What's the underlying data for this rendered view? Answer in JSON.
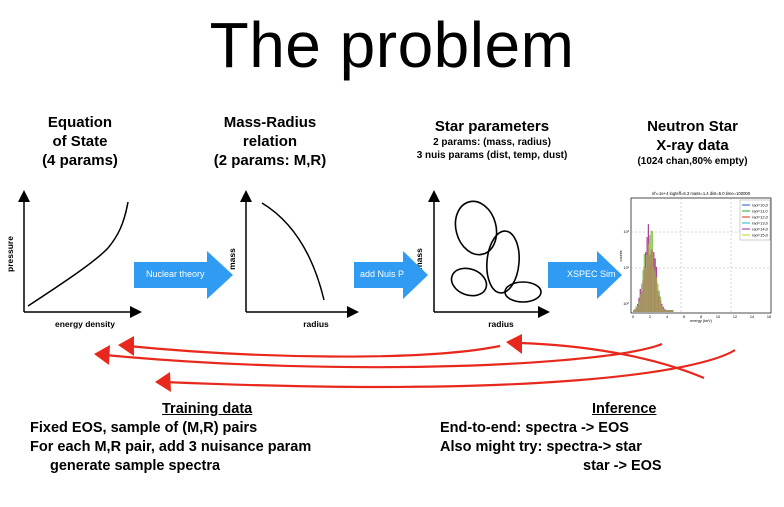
{
  "title": "The problem",
  "stages": [
    {
      "header": [
        "Equation",
        "of State",
        "(4 params)"
      ],
      "xlabel": "energy density",
      "ylabel": "pressure"
    },
    {
      "header": [
        "Mass-Radius",
        "relation",
        "(2 params: M,R)"
      ],
      "xlabel": "radius",
      "ylabel": "mass"
    },
    {
      "header": [
        "Star parameters"
      ],
      "sub": [
        "2 params: (mass, radius)",
        "3 nuis params (dist, temp, dust)"
      ],
      "xlabel": "radius",
      "ylabel": "mass"
    },
    {
      "header": [
        "Neutron Star",
        "X-ray data"
      ],
      "sub": [
        "(1024 chan,80% empty)"
      ]
    }
  ],
  "arrows": [
    "Nuclear theory",
    "add Nuis P",
    "XSPEC Sim"
  ],
  "spectrum": {
    "caption": "nh=1e+4 logteff=6.3 mass=1.4 dist=5.0 time=100000",
    "legend": [
      "rad=10,0",
      "rad=11,0",
      "rad=12,0",
      "rad=13,0",
      "rad=14,0",
      "rad=15,0"
    ],
    "legend_colors": [
      "#2255cc",
      "#22aa33",
      "#dd3322",
      "#22bbbb",
      "#aa22aa",
      "#cccc22"
    ],
    "xlabel": "energy (keV)",
    "ylabel": "counts",
    "xticks": [
      "0",
      "2",
      "4",
      "6",
      "8",
      "10",
      "12",
      "14",
      "16"
    ],
    "yticks": [
      "10⁰",
      "10¹",
      "10²"
    ]
  },
  "training": {
    "heading": "Training data",
    "lines": [
      "Fixed EOS, sample of (M,R) pairs",
      "For each M,R pair, add 3 nuisance param",
      "generate sample spectra"
    ]
  },
  "inference": {
    "heading": "Inference",
    "lines": [
      "End-to-end: spectra -> EOS",
      "Also might try: spectra-> star",
      "star -> EOS"
    ]
  },
  "colors": {
    "arrow_blue": "#2f9bf2",
    "red": "#e8281c"
  }
}
